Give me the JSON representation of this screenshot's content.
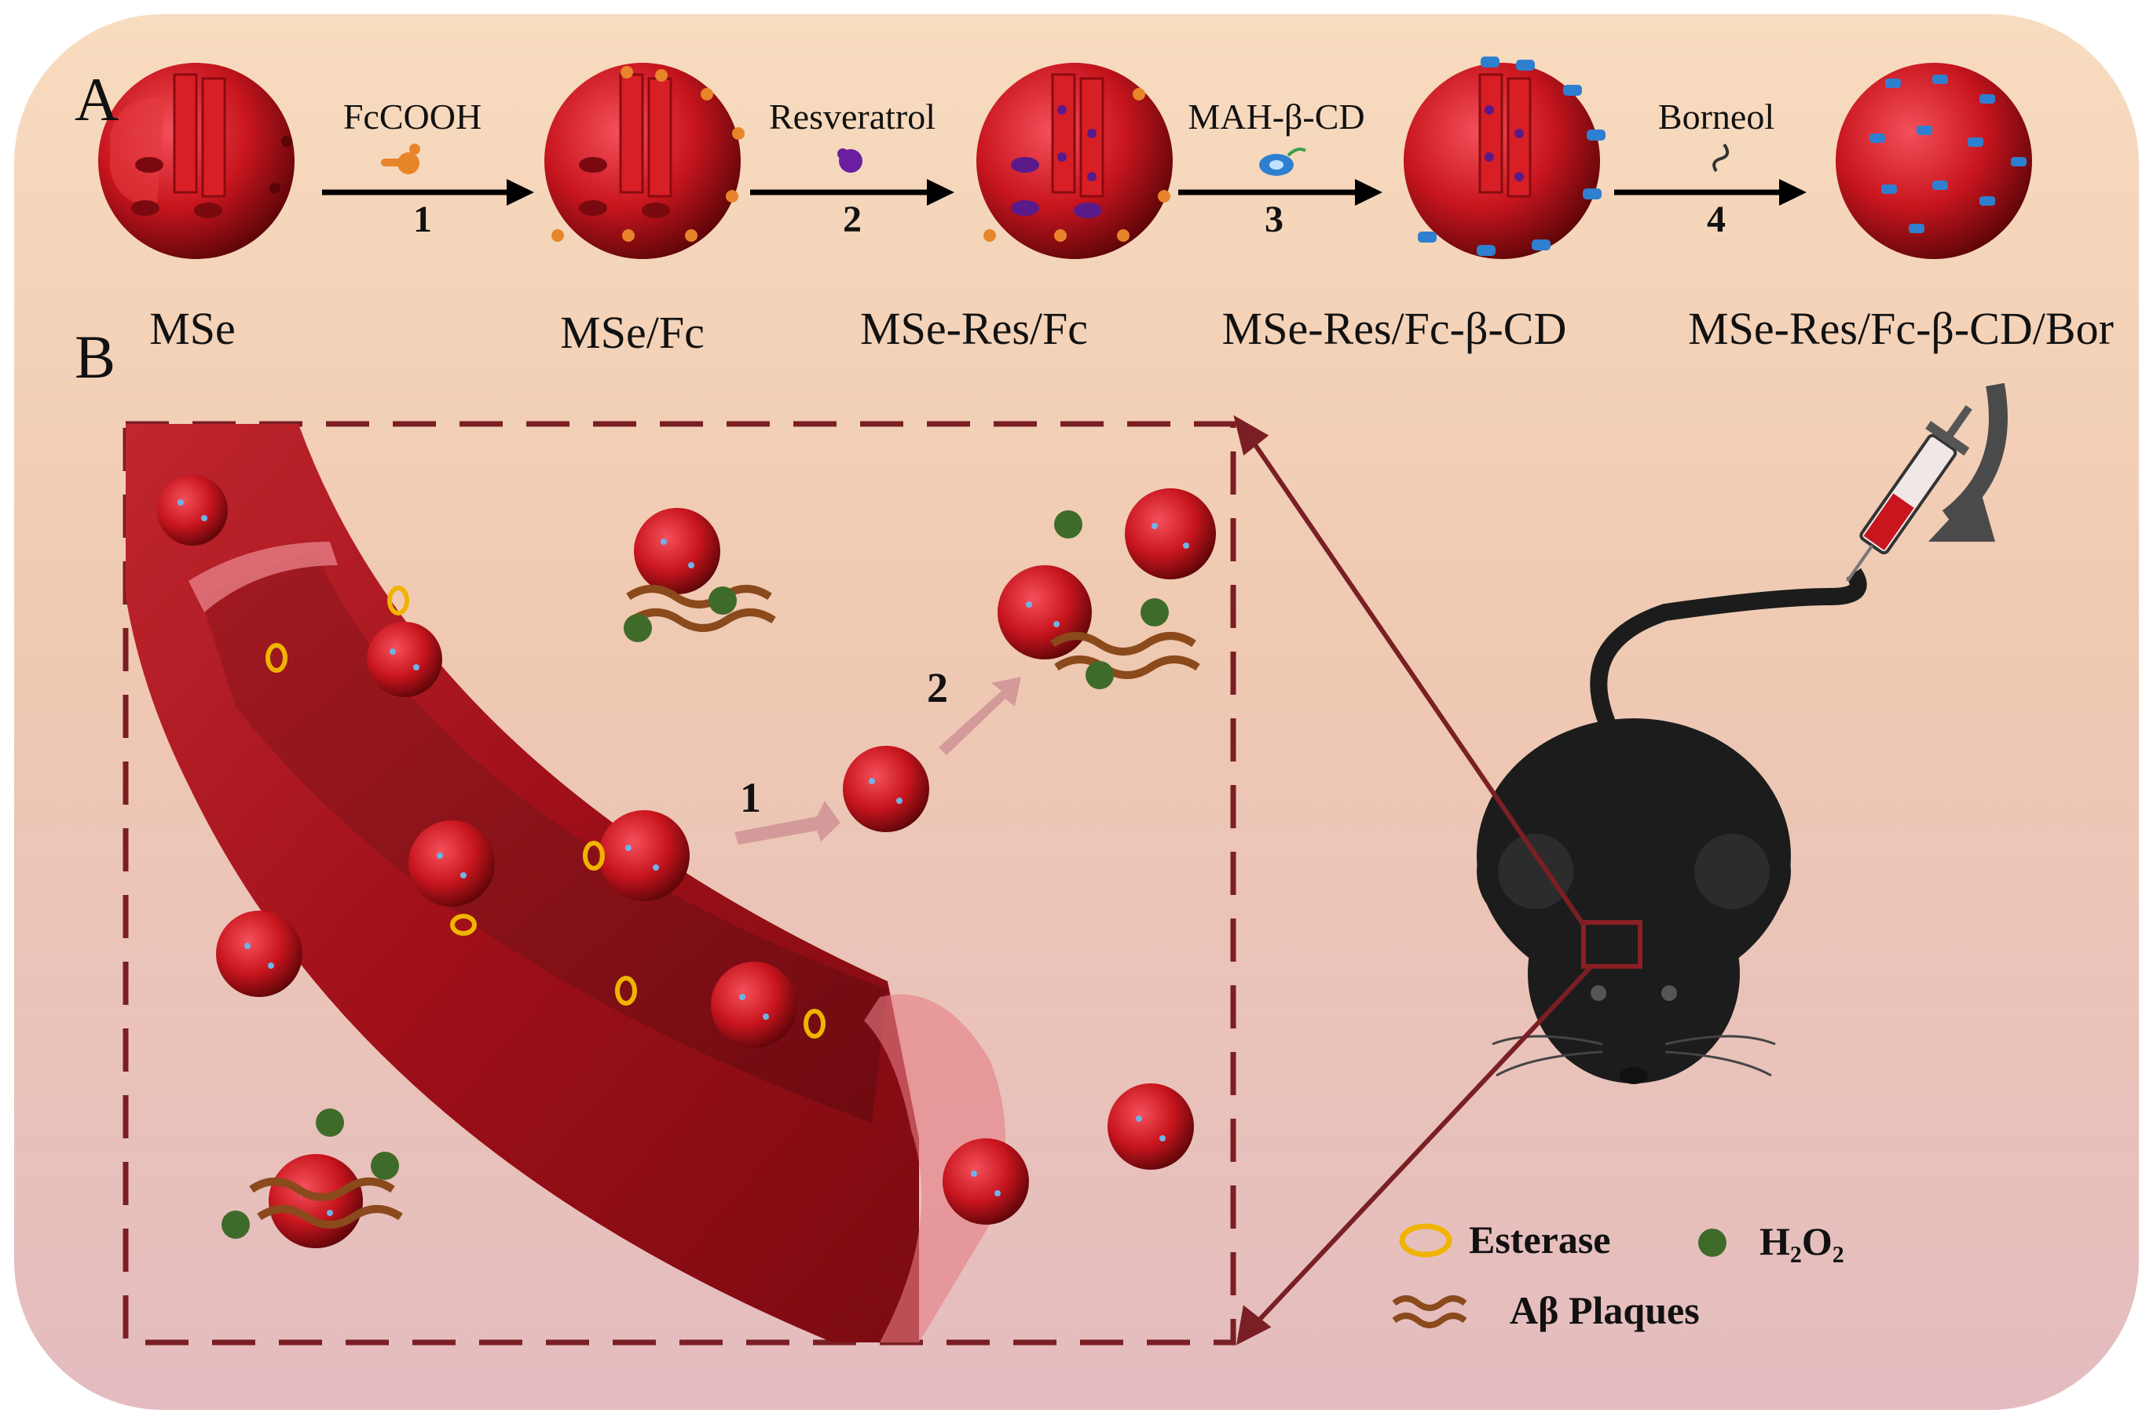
{
  "panels": {
    "a": "A",
    "b": "B"
  },
  "synthesis": {
    "stages": [
      "MSe",
      "MSe/Fc",
      "MSe-Res/Fc",
      "MSe-Res/Fc-β-CD",
      "MSe-Res/Fc-β-CD/Bor"
    ],
    "steps": [
      {
        "reagent": "FcCOOH",
        "number": "1"
      },
      {
        "reagent": "Resveratrol",
        "number": "2"
      },
      {
        "reagent": "MAH-β-CD",
        "number": "3"
      },
      {
        "reagent": "Borneol",
        "number": "4"
      }
    ]
  },
  "pathway": {
    "step1": "1",
    "step2": "2"
  },
  "legend": {
    "esterase": "Esterase",
    "h2o2": "H₂O₂",
    "plaques": "Aβ Plaques"
  },
  "colors": {
    "background_top": "#f7d7b8",
    "background_bottom": "#e6bcbf",
    "nanoparticle": "#c8151e",
    "vessel": "#b3161f",
    "frame": "#7a1f24",
    "mouse": "#1a1a1a",
    "esterase": "#f0b400",
    "h2o2": "#3f6b2a",
    "plaque": "#8a4a1c",
    "cd_ring": "#2f7fd0"
  }
}
